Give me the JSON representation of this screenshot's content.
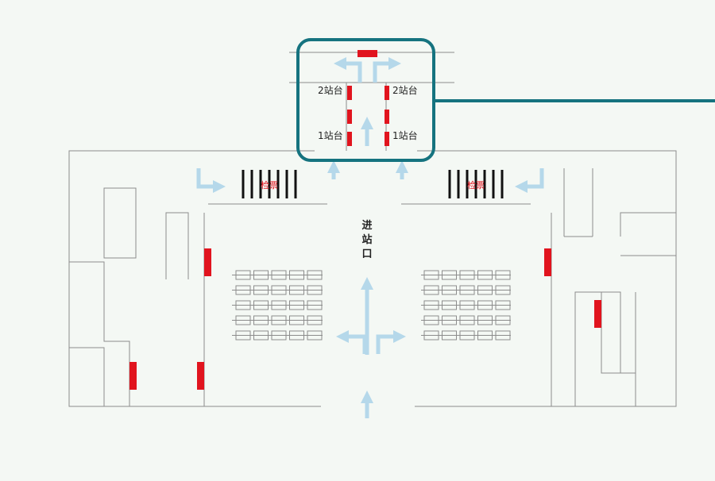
{
  "labels": {
    "platform_2": "2站台",
    "platform_1": "1站台",
    "entrance_chars": [
      "进",
      "站",
      "口"
    ],
    "gate": "检票"
  },
  "colors": {
    "background": "#f4f8f4",
    "wall": "#8c8c8c",
    "highlight_frame": "#15737f",
    "marker_red": "#e1141e",
    "arrow": "#b5d8ea",
    "text": "#222222"
  }
}
